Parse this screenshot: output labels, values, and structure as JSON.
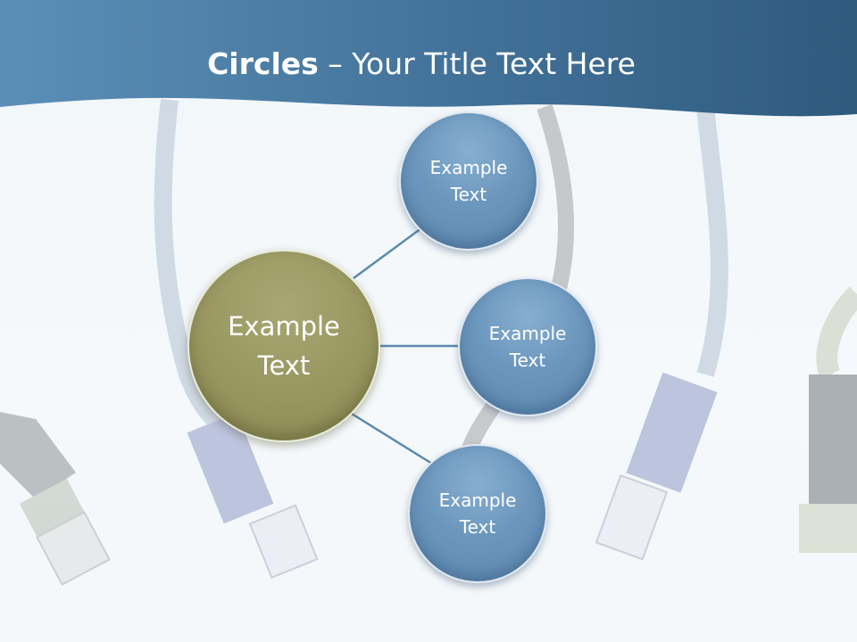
{
  "slide": {
    "title_bold": "Circles",
    "title_rest": " – Your Title Text Here"
  },
  "diagram": {
    "center": {
      "label": "Example\nText",
      "color": "#9a9862"
    },
    "nodes": [
      {
        "label": "Example\nText",
        "color": "#6c97bd"
      },
      {
        "label": "Example\nText",
        "color": "#6c97bd"
      },
      {
        "label": "Example\nText",
        "color": "#6c97bd"
      }
    ],
    "connector_color": "#5b89ad"
  },
  "colors": {
    "header_dark": "#2f5a7e",
    "header_light": "#5b8fb7",
    "background": "#f4f8fa"
  }
}
